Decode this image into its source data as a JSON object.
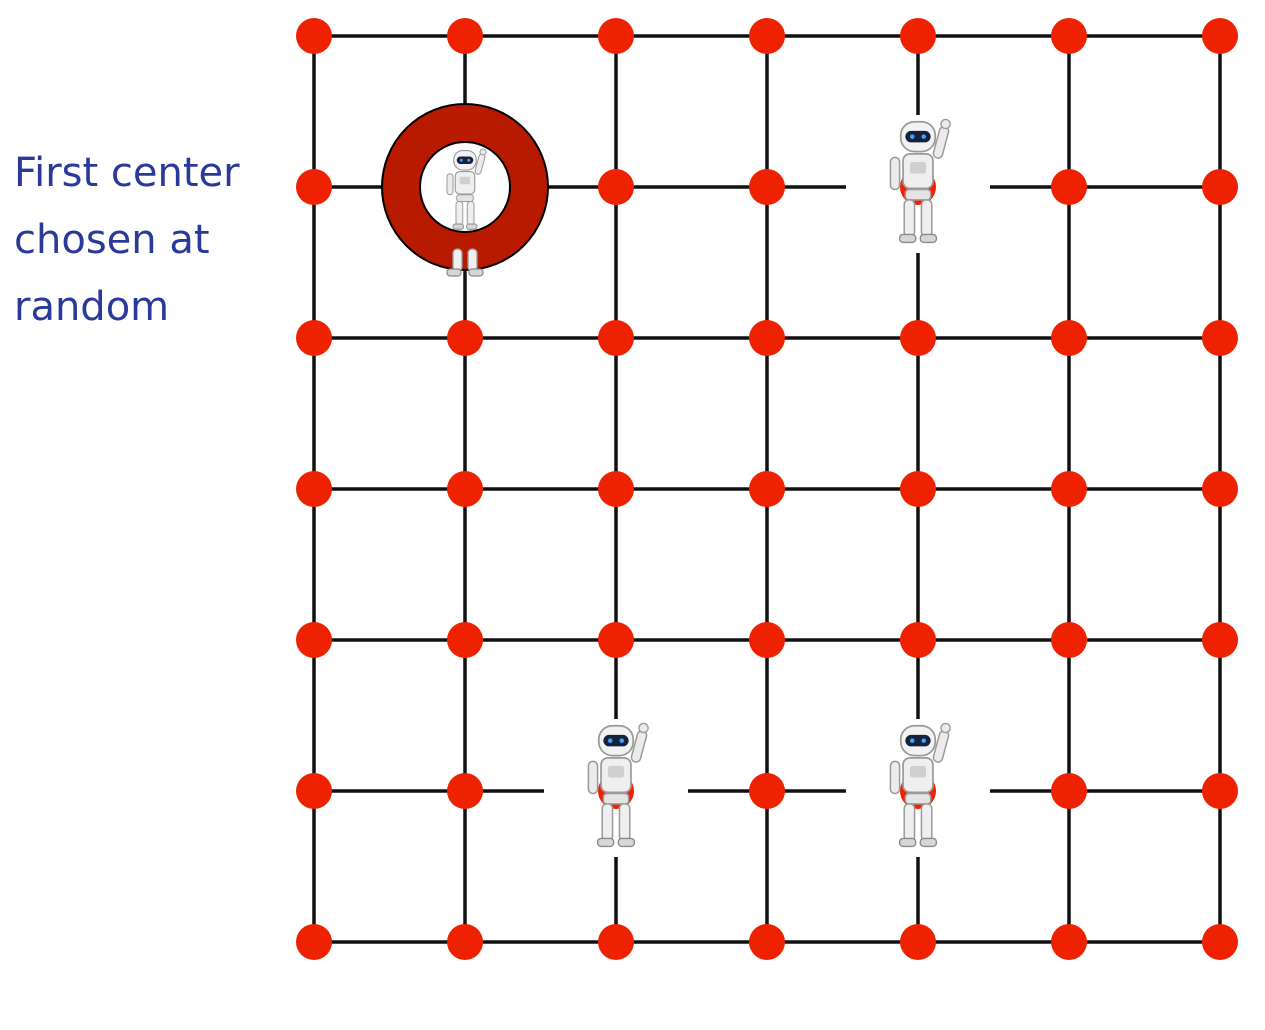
{
  "caption": {
    "lines": [
      "First center",
      "chosen at",
      "random"
    ]
  },
  "grid": {
    "columns": 7,
    "rows": 7,
    "node_color": "#ee2200",
    "edge_color": "#111111"
  },
  "robots": [
    {
      "name": "robot-chosen-center",
      "col": 1,
      "row": 1,
      "selected": true
    },
    {
      "name": "robot-center-2",
      "col": 4,
      "row": 1,
      "selected": false
    },
    {
      "name": "robot-center-3",
      "col": 2,
      "row": 5,
      "selected": false
    },
    {
      "name": "robot-center-4",
      "col": 4,
      "row": 5,
      "selected": false
    }
  ],
  "highlight_ring": {
    "color": "#b81a00"
  }
}
